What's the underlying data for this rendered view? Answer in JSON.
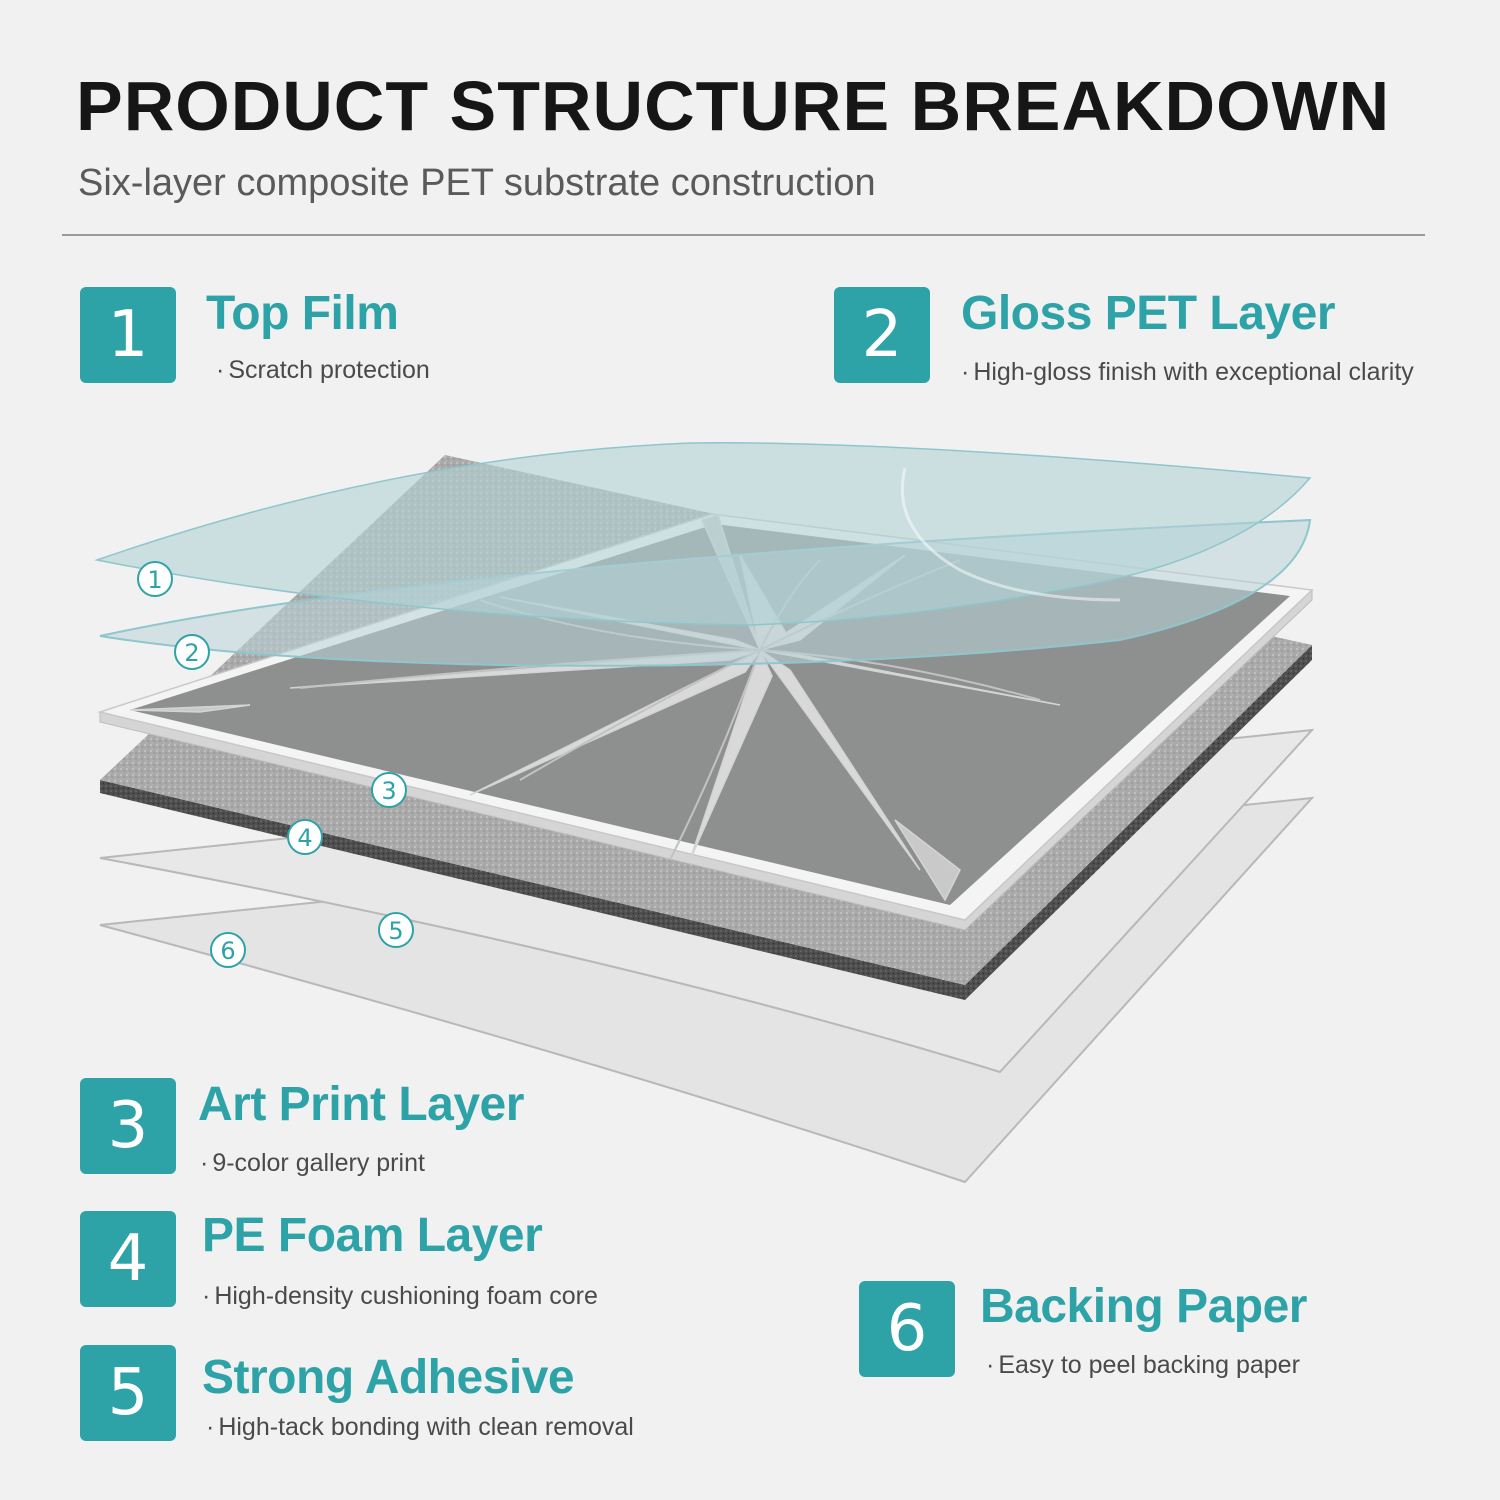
{
  "header": {
    "title": "PRODUCT STRUCTURE BREAKDOWN",
    "subtitle": "Six-layer composite PET substrate construction"
  },
  "colors": {
    "accent": "#2da3a8",
    "title": "#161616",
    "subtitle": "#5a5a5a"
  },
  "layers": [
    {
      "number": "1",
      "name": "Top Film",
      "description": "Scratch protection",
      "marker": "1"
    },
    {
      "number": "2",
      "name": "Gloss PET Layer",
      "description": "High-gloss finish with exceptional clarity",
      "marker": "2"
    },
    {
      "number": "3",
      "name": "Art Print Layer",
      "description": "9-color gallery print",
      "marker": "3"
    },
    {
      "number": "4",
      "name": "PE Foam Layer",
      "description": "High-density cushioning foam core",
      "marker": "4"
    },
    {
      "number": "5",
      "name": "Strong Adhesive",
      "description": "High-tack bonding with clean removal",
      "marker": "5"
    },
    {
      "number": "6",
      "name": "Backing Paper",
      "description": "Easy to peel backing paper",
      "marker": "6"
    }
  ]
}
